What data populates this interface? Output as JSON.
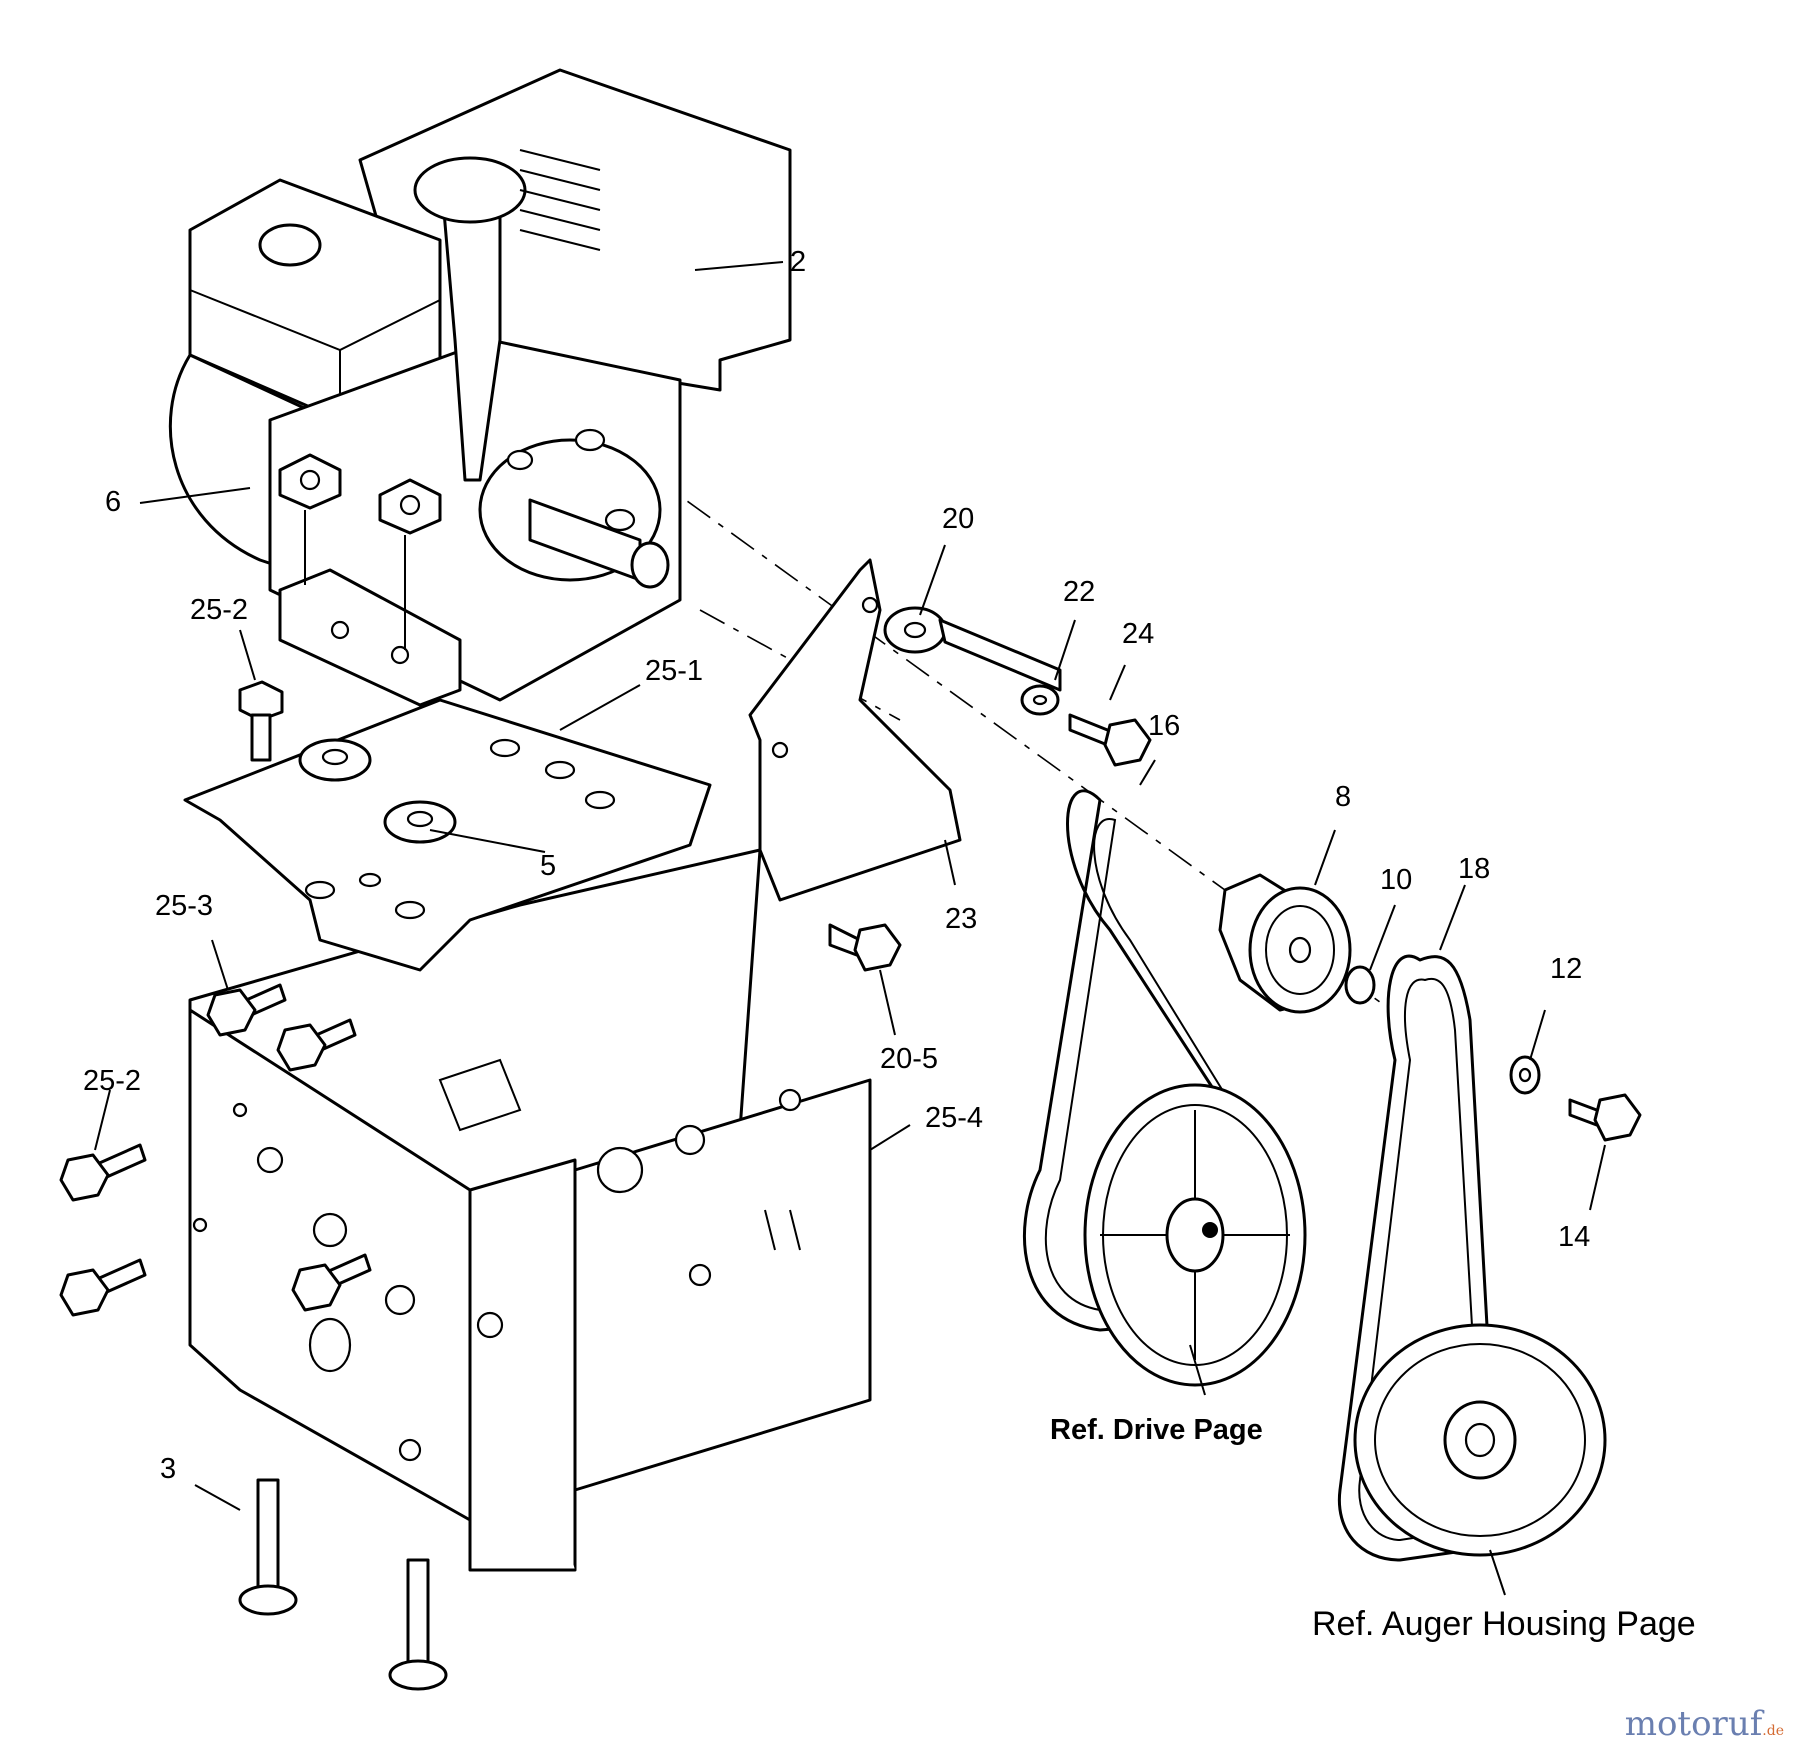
{
  "diagram": {
    "callouts": [
      {
        "id": "c2",
        "text": "2"
      },
      {
        "id": "c6",
        "text": "6"
      },
      {
        "id": "c20",
        "text": "20"
      },
      {
        "id": "c22",
        "text": "22"
      },
      {
        "id": "c24",
        "text": "24"
      },
      {
        "id": "c25-2a",
        "text": "25-2"
      },
      {
        "id": "c25-1",
        "text": "25-1"
      },
      {
        "id": "c16",
        "text": "16"
      },
      {
        "id": "c8",
        "text": "8"
      },
      {
        "id": "c10",
        "text": "10"
      },
      {
        "id": "c18",
        "text": "18"
      },
      {
        "id": "c5",
        "text": "5"
      },
      {
        "id": "c23",
        "text": "23"
      },
      {
        "id": "c25-3",
        "text": "25-3"
      },
      {
        "id": "c12",
        "text": "12"
      },
      {
        "id": "c20-5",
        "text": "20-5"
      },
      {
        "id": "c25-2b",
        "text": "25-2"
      },
      {
        "id": "c25-4",
        "text": "25-4"
      },
      {
        "id": "c14",
        "text": "14"
      },
      {
        "id": "c3",
        "text": "3"
      }
    ],
    "references": {
      "drive": "Ref. Drive Page",
      "auger": "Ref. Auger Housing Page"
    },
    "watermark": {
      "main": "motoruf",
      "tld": ".de"
    }
  }
}
